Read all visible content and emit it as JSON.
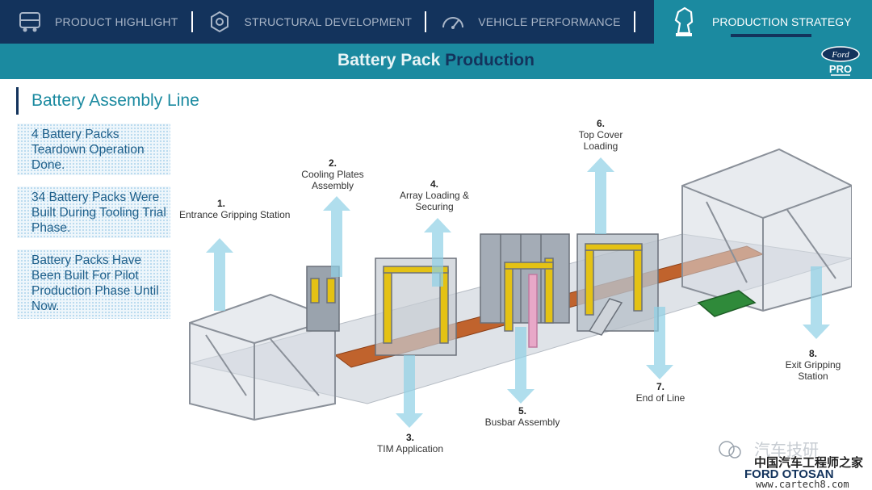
{
  "nav": {
    "items": [
      {
        "label": "PRODUCT HIGHLIGHT",
        "icon": "truck-icon"
      },
      {
        "label": "STRUCTURAL DEVELOPMENT",
        "icon": "structure-icon"
      },
      {
        "label": "VEHICLE PERFORMANCE",
        "icon": "gauge-icon"
      }
    ],
    "active": {
      "label": "PRODUCTION STRATEGY",
      "icon": "chess-knight-icon"
    }
  },
  "header": {
    "title_part1": "Battery Pack",
    "title_part2": "Production"
  },
  "brand": {
    "ford": "Ford",
    "pro": "PRO"
  },
  "section_title": "Battery Assembly Line",
  "stats": [
    "4 Battery Packs Teardown Operation Done.",
    "34 Battery Packs Were Built During Tooling Trial Phase.",
    "Battery Packs Have Been Built For Pilot Production Phase Until Now."
  ],
  "stations": [
    {
      "num": "1.",
      "name": "Entrance Gripping Station"
    },
    {
      "num": "2.",
      "name": "Cooling Plates Assembly"
    },
    {
      "num": "3.",
      "name": "TIM Application"
    },
    {
      "num": "4.",
      "name": "Array Loading & Securing"
    },
    {
      "num": "5.",
      "name": "Busbar Assembly"
    },
    {
      "num": "6.",
      "name": "Top Cover Loading"
    },
    {
      "num": "7.",
      "name": "End of Line"
    },
    {
      "num": "8.",
      "name": "Exit Gripping Station"
    }
  ],
  "watermark": {
    "cn": "中国汽车工程师之家",
    "url": "www.cartech8.com",
    "brand": "FORD OTOSAN",
    "wechat": "汽车技研"
  },
  "colors": {
    "navy": "#13335c",
    "teal": "#1b8aa0",
    "stat_text": "#1e5f8a",
    "arrow": "#8fd0e6"
  }
}
